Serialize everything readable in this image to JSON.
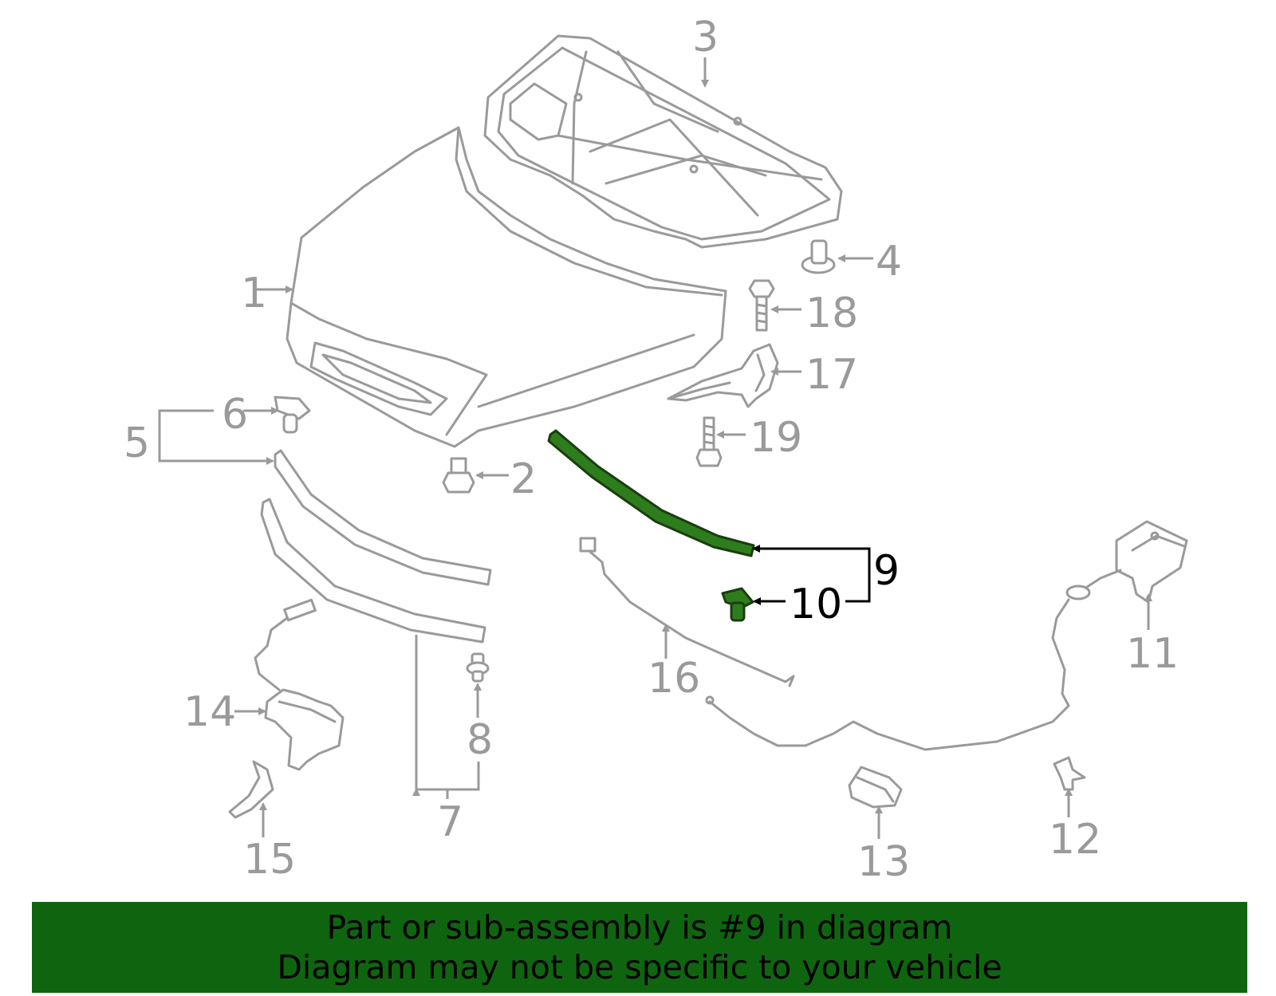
{
  "callouts": {
    "c1": "1",
    "c2": "2",
    "c3": "3",
    "c4": "4",
    "c5": "5",
    "c6": "6",
    "c7": "7",
    "c8": "8",
    "c9": "9",
    "c10": "10",
    "c11": "11",
    "c12": "12",
    "c13": "13",
    "c14": "14",
    "c15": "15",
    "c16": "16",
    "c17": "17",
    "c18": "18",
    "c19": "19"
  },
  "highlight": {
    "part": "9",
    "related": "10",
    "color": "#2e7d1c"
  },
  "banner": {
    "line1": "Part or sub-assembly is #9 in diagram",
    "line2": "Diagram may not be specific to your vehicle",
    "background": "#0f650f"
  },
  "colors": {
    "line_art": "#9a9a9a",
    "highlight_text": "#000000"
  }
}
